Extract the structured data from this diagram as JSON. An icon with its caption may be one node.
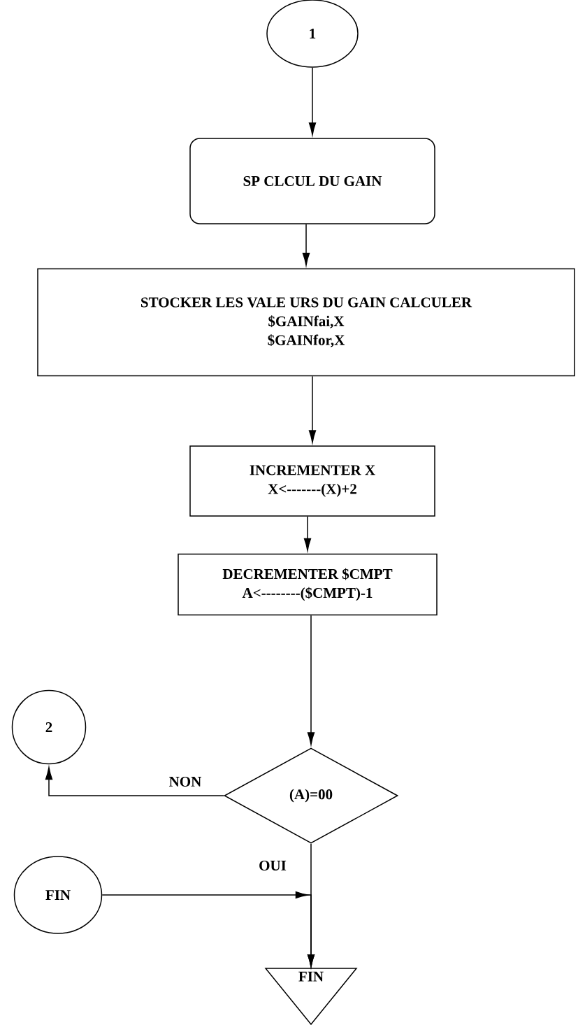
{
  "diagram": {
    "nodes": [
      {
        "text": [
          "1"
        ]
      },
      {
        "text": [
          "SP CLCUL DU GAIN"
        ]
      },
      {
        "text": [
          "STOCKER LES VALE URS DU GAIN CALCULER",
          "$GAINfai,X",
          "$GAINfor,X"
        ]
      },
      {
        "text": [
          "INCREMENTER X",
          "X<-------(X)+2"
        ]
      },
      {
        "text": [
          "DECREMENTER $CMPT",
          "A<--------($CMPT)-1"
        ]
      },
      {
        "text": [
          "2"
        ]
      },
      {
        "text": [
          "(A)=00"
        ]
      },
      {
        "text": [
          "FIN"
        ]
      },
      {
        "text": [
          "FIN"
        ]
      }
    ],
    "edges": [
      {
        "from": 0,
        "to": 1,
        "arrow": "to"
      },
      {
        "from": 1,
        "to": 2,
        "arrow": "to"
      },
      {
        "from": 2,
        "to": 3,
        "arrow": "to"
      },
      {
        "from": 3,
        "to": 4,
        "arrow": "to"
      },
      {
        "from": 4,
        "to": 6,
        "arrow": "to"
      },
      {
        "from": 6,
        "to": 5,
        "arrow": "to",
        "label": "NON"
      },
      {
        "from": 6,
        "to": 8,
        "arrow": "to",
        "label": "OUI"
      },
      {
        "from": 7,
        "to": 8,
        "arrow": "to"
      }
    ]
  }
}
